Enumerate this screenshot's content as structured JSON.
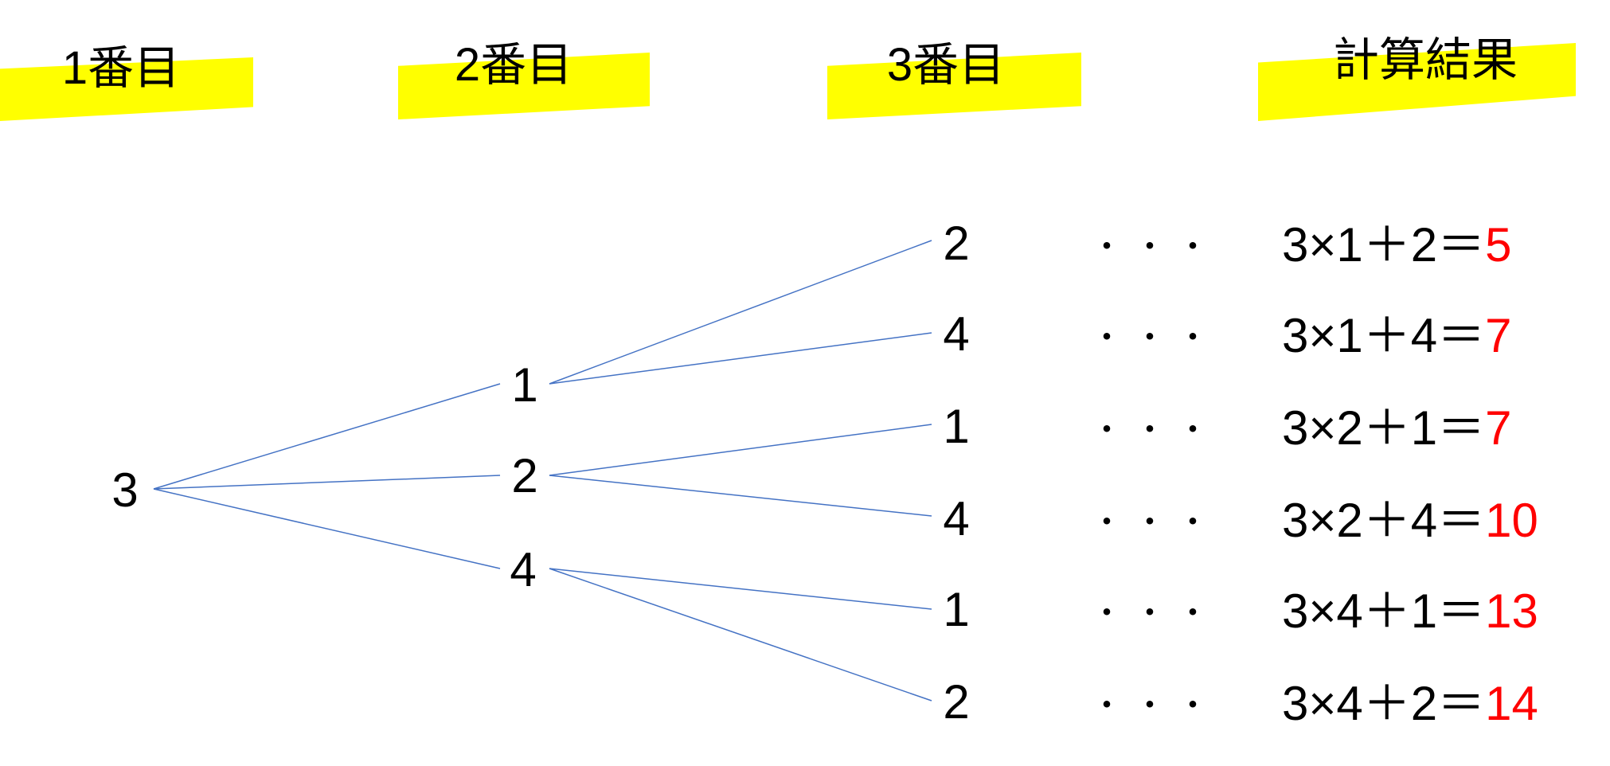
{
  "headers": [
    "1番目",
    "2番目",
    "3番目",
    "計算結果"
  ],
  "colors": {
    "highlight": "#ffff00",
    "line": "#4472c4",
    "result": "#ff0000"
  },
  "tree": {
    "root": "3",
    "level2": [
      "1",
      "2",
      "4"
    ],
    "level3": [
      "2",
      "4",
      "1",
      "4",
      "1",
      "2"
    ]
  },
  "dots": "・・・",
  "rows": [
    {
      "expr": "3×1＋2＝",
      "result": "5"
    },
    {
      "expr": "3×1＋4＝",
      "result": "7"
    },
    {
      "expr": "3×2＋1＝",
      "result": "7"
    },
    {
      "expr": "3×2＋4＝",
      "result": "10"
    },
    {
      "expr": "3×4＋1＝",
      "result": "13"
    },
    {
      "expr": "3×4＋2＝",
      "result": "14"
    }
  ]
}
